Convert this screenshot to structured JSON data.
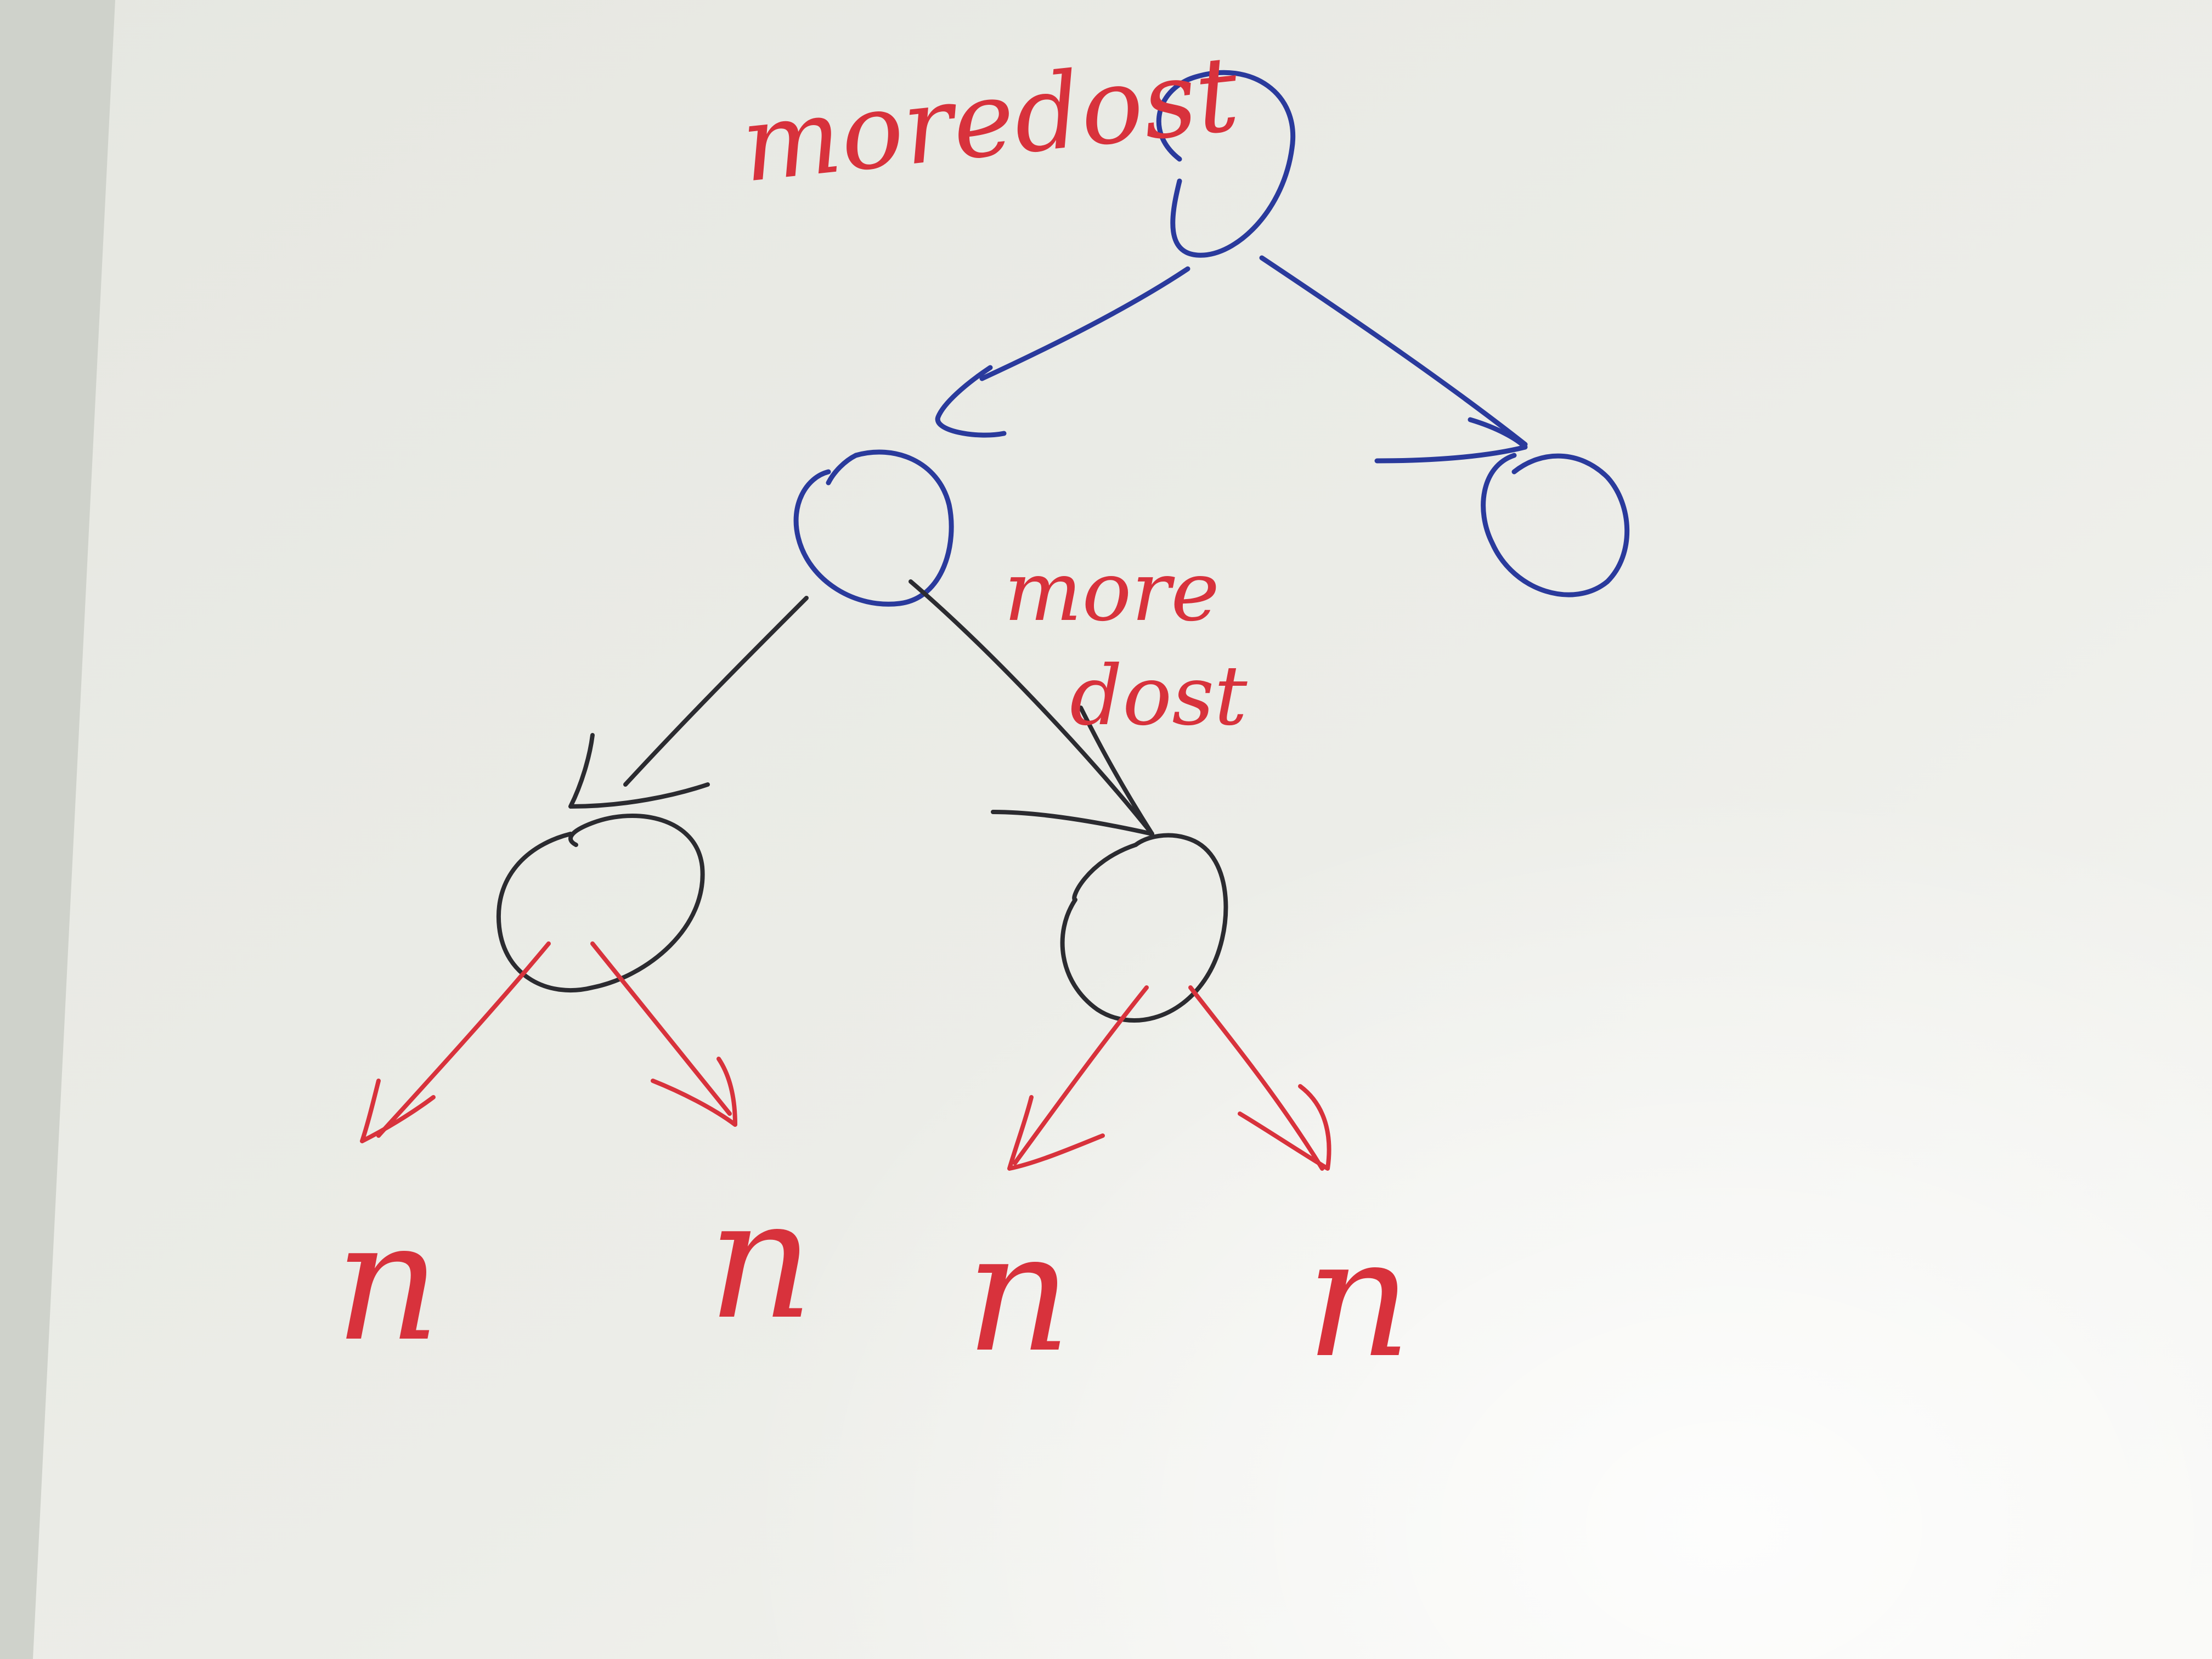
{
  "diagram": {
    "annotations": {
      "root_edge_label": "moredost",
      "middle_edge_label_line1": "more",
      "middle_edge_label_line2": "dost"
    },
    "leaf_labels": [
      "n",
      "n",
      "n",
      "n"
    ],
    "nodes": [
      {
        "id": "root",
        "level": 0,
        "ink": "blue"
      },
      {
        "id": "level1-left",
        "level": 1,
        "ink": "blue"
      },
      {
        "id": "level1-right",
        "level": 1,
        "ink": "blue"
      },
      {
        "id": "level2-left",
        "level": 2,
        "ink": "black"
      },
      {
        "id": "level2-right",
        "level": 2,
        "ink": "black"
      }
    ],
    "edges": [
      {
        "from": "root",
        "to": "level1-left",
        "ink": "blue"
      },
      {
        "from": "root",
        "to": "level1-right",
        "ink": "blue"
      },
      {
        "from": "level1-left",
        "to": "level2-left",
        "ink": "black"
      },
      {
        "from": "level1-left",
        "to": "level2-right",
        "ink": "black"
      },
      {
        "from": "level2-left",
        "to": "leaf-1",
        "ink": "red"
      },
      {
        "from": "level2-left",
        "to": "leaf-2",
        "ink": "red"
      },
      {
        "from": "level2-right",
        "to": "leaf-3",
        "ink": "red"
      },
      {
        "from": "level2-right",
        "to": "leaf-4",
        "ink": "red"
      }
    ],
    "colors": {
      "blue_ink": "#2a3a9c",
      "black_ink": "#2b2b30",
      "red_ink": "#d8323c",
      "paper": "#ecede8"
    }
  }
}
